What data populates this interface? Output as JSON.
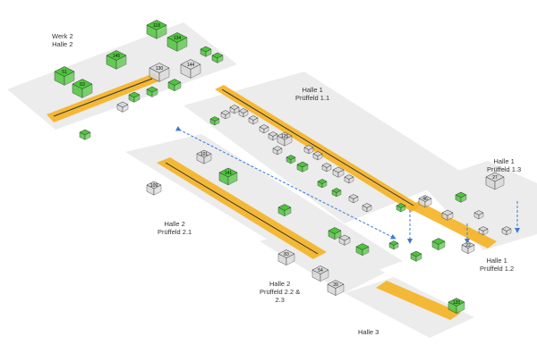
{
  "areas": {
    "werk2": {
      "line1": "Werk 2",
      "line2": "Halle 2"
    },
    "h1pf11": {
      "line1": "Halle 1",
      "line2": "Prüffeld 1.1"
    },
    "h1pf13": {
      "line1": "Halle 1",
      "line2": "Prüffeld 1.3"
    },
    "h2pf21": {
      "line1": "Halle 2",
      "line2": "Prüffeld 2.1"
    },
    "h1pf12": {
      "line1": "Halle 1",
      "line2": "Prüffeld 1.2"
    },
    "h2pf223": {
      "line1": "Halle 2",
      "line2": "Prüffeld 2.2 &",
      "line3": "2.3"
    },
    "h3": {
      "line1": "Halle 3"
    }
  },
  "colors": {
    "floor": "#ececec",
    "crane": "#f5b323",
    "green": "#4cc53a",
    "gray": "#d8d8d8",
    "rail": "#3a7bd5"
  },
  "machines": [
    {
      "label": "118",
      "status": "green"
    },
    {
      "label": "134",
      "status": "green"
    },
    {
      "label": "145",
      "status": "green"
    },
    {
      "label": "51",
      "status": "green"
    },
    {
      "label": "63",
      "status": "green"
    },
    {
      "label": "130",
      "status": "gray"
    },
    {
      "label": "144",
      "status": "gray"
    },
    {
      "label": "101",
      "status": "gray"
    },
    {
      "label": "141",
      "status": "green"
    },
    {
      "label": "109",
      "status": "gray"
    },
    {
      "label": "125",
      "status": "gray"
    },
    {
      "label": "46",
      "status": "gray"
    },
    {
      "label": "27",
      "status": "gray"
    },
    {
      "label": "22",
      "status": "gray"
    },
    {
      "label": "83",
      "status": "gray"
    },
    {
      "label": "54",
      "status": "gray"
    },
    {
      "label": "39",
      "status": "gray"
    },
    {
      "label": "120",
      "status": "green"
    }
  ]
}
